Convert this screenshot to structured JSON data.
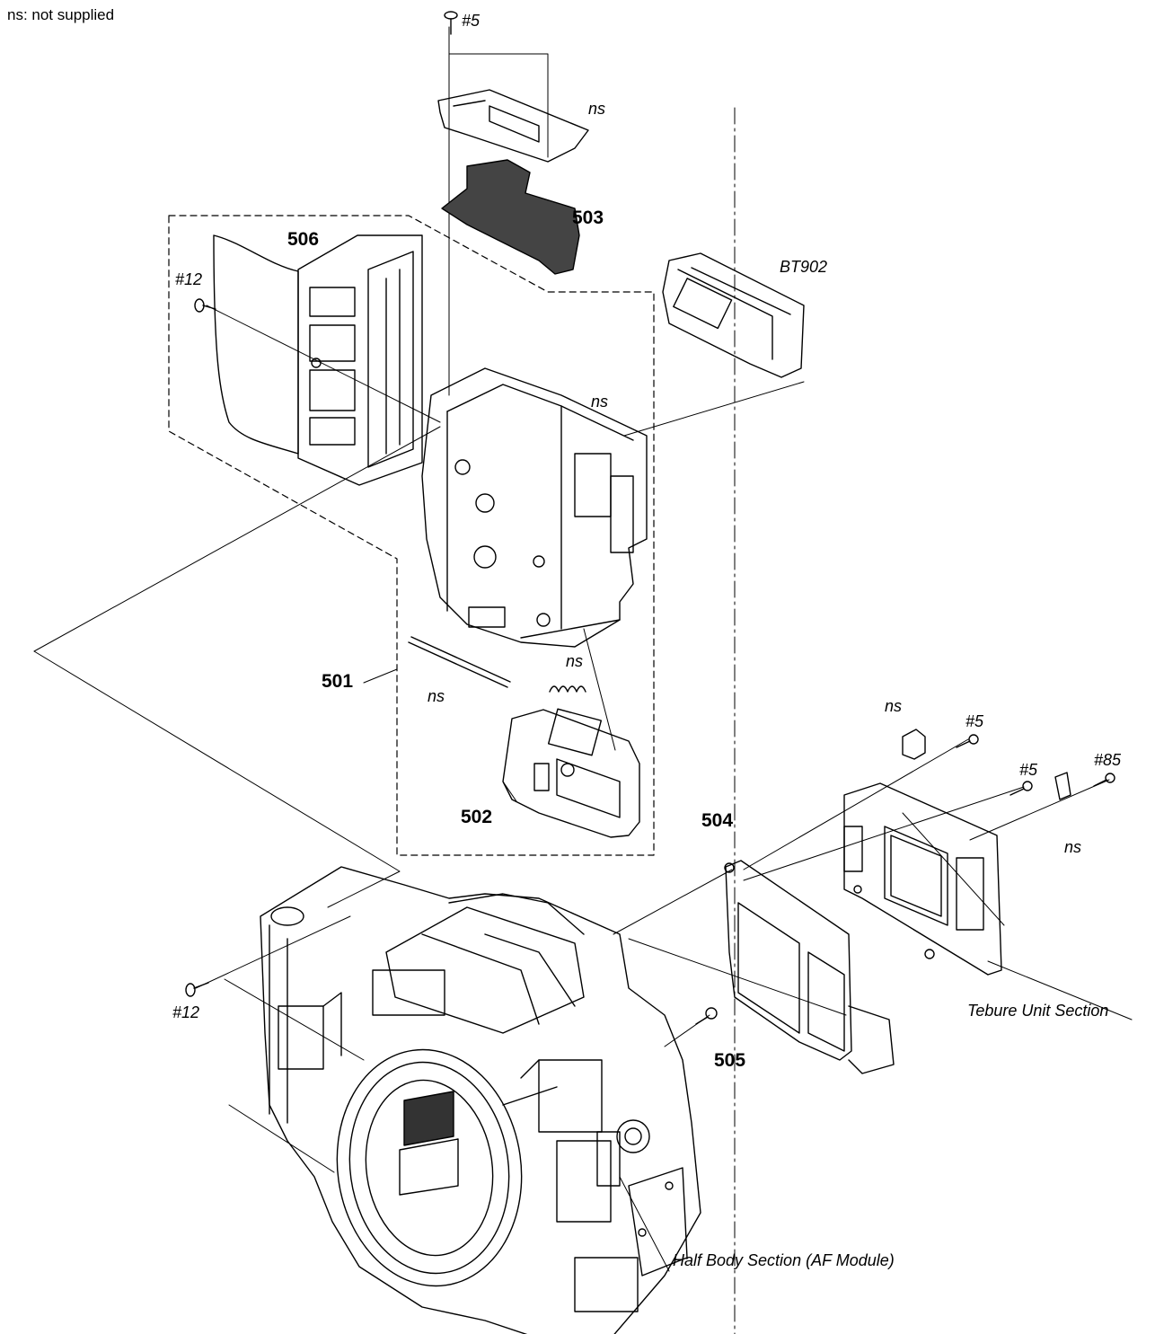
{
  "note": "ns: not supplied",
  "labels": {
    "screw_5_top": "#5",
    "ns_top_plate": "ns",
    "p503": "503",
    "p506": "506",
    "bt902": "BT902",
    "screw_12_upper": "#12",
    "ns_chassis": "ns",
    "p501": "501",
    "ns_spring": "ns",
    "ns_rod": "ns",
    "p502": "502",
    "ns_bracket": "ns",
    "screw_5_right_a": "#5",
    "screw_5_right_b": "#5",
    "screw_85": "#85",
    "ns_right": "ns",
    "p504": "504",
    "p505": "505",
    "screw_12_lower": "#12",
    "tebure": "Tebure Unit Section",
    "half_body": "Half Body Section (AF Module)"
  }
}
